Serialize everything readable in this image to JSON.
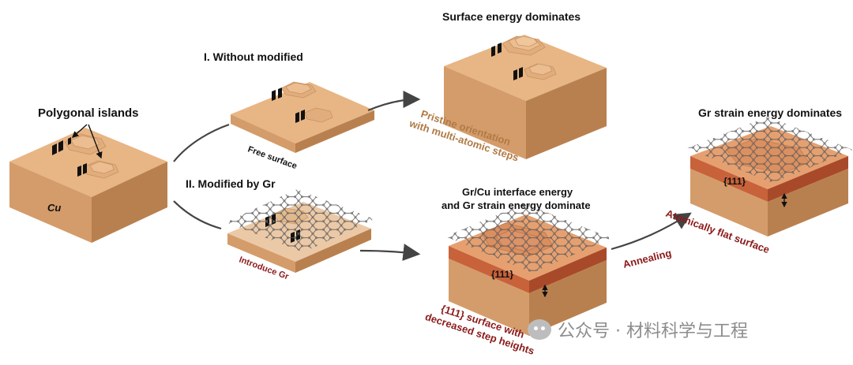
{
  "labels": {
    "polygonal_islands": "Polygonal islands",
    "cu": "Cu",
    "without_modified": "I. Without modified",
    "free_surface": "Free surface",
    "modified_by_gr": "II. Modified by Gr",
    "introduce_gr": "Introduce Gr",
    "surface_energy_dominates": "Surface energy dominates",
    "pristine_line1": "Pristine orientation",
    "pristine_line2": "with multi-atomic steps",
    "interface_line1": "Gr/Cu interface energy",
    "interface_line2": "and Gr strain energy dominate",
    "facet_111_mid": "{111}",
    "decreased_line1": "{111} surface with",
    "decreased_line2": "decreased step heights",
    "annealing": "Annealing",
    "gr_strain_dominates": "Gr strain energy dominates",
    "facet_111_right": "{111}",
    "atomically_flat": "Atomically flat surface"
  },
  "watermark": {
    "icon": "wechat-icon",
    "text": "公众号 · 材料科学与工程"
  },
  "colors": {
    "cu_top": "#e8b584",
    "cu_left": "#d49c6a",
    "cu_right": "#b9804f",
    "oxide_layer": "#c8623a",
    "graphene": "#555555",
    "red_text": "#8b1a1a",
    "tan_text": "#b07a45"
  }
}
